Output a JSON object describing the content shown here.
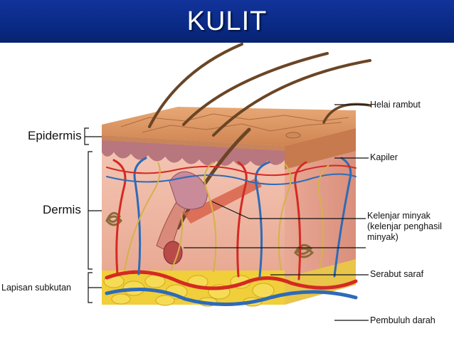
{
  "slide": {
    "title": "KULIT"
  },
  "labels": {
    "epidermis": "Epidermis",
    "dermis": "Dermis",
    "subcutaneous": "Lapisan subkutan",
    "hair_shaft": "Helai rambut",
    "capillary": "Kapiler",
    "oil_gland_line1": "Kelenjar minyak",
    "oil_gland_line2": "(kelenjar penghasil",
    "oil_gland_line3": "minyak)",
    "nerve": "Serabut saraf",
    "blood_vessel": "Pembuluh darah"
  },
  "colors": {
    "title_bar": "#0a2a86",
    "epidermis": "#d9905e",
    "dermis": "#f0b9a6",
    "fat": "#f1d13a",
    "artery": "#d42a22",
    "vein": "#2d6bb8",
    "nerve": "#d4b24a"
  }
}
